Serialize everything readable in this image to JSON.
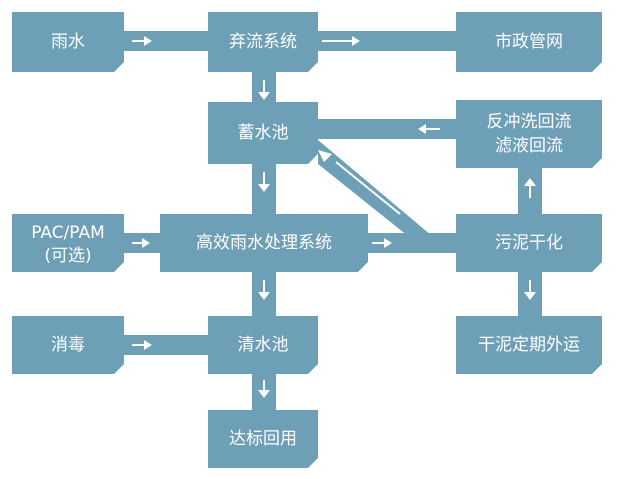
{
  "nodes": {
    "rain": "雨水",
    "diversion": "弃流系统",
    "municipal": "市政管网",
    "storage": "蓄水池",
    "backwash_line1": "反冲洗回流",
    "backwash_line2": "滤液回流",
    "pac_line1": "PAC/PAM",
    "pac_line2": "(可选)",
    "treatment": "高效雨水处理系统",
    "sludge_dry": "污泥干化",
    "disinfect": "消毒",
    "clear_pool": "清水池",
    "dry_sludge_out": "干泥定期外运",
    "reuse": "达标回用"
  },
  "colors": {
    "box": "#6d9fb7",
    "arrow": "#ffffff",
    "text": "#ffffff",
    "background": "#ffffff"
  },
  "icons": [
    "arrow-right-icon",
    "arrow-down-icon",
    "arrow-left-icon",
    "arrow-up-icon",
    "arrow-diagonal-icon"
  ]
}
